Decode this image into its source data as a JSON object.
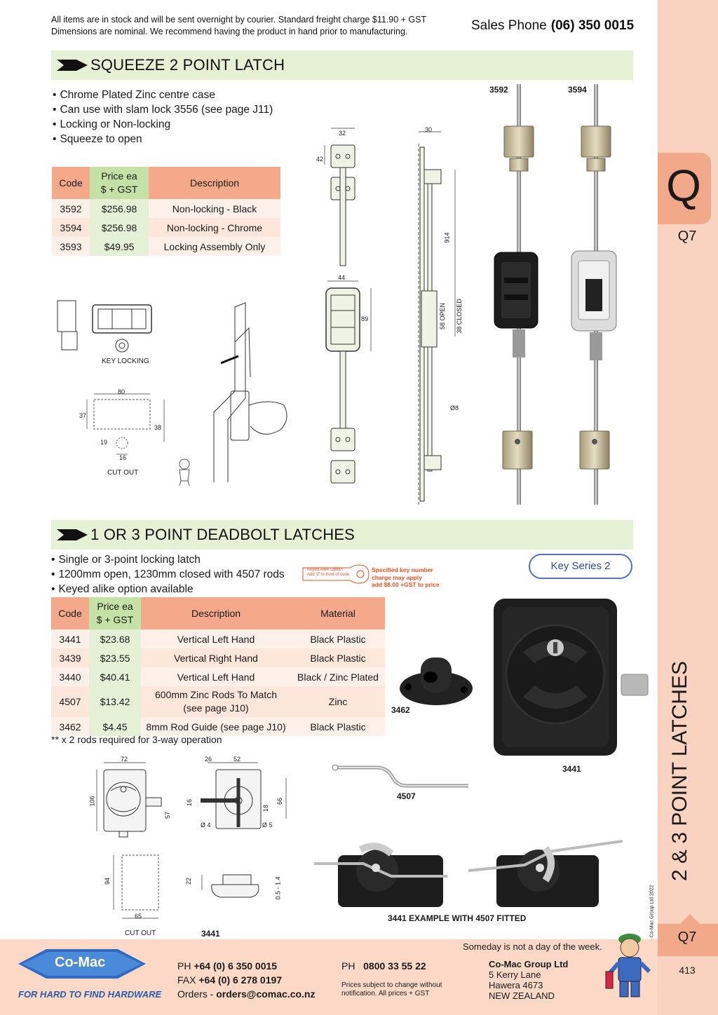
{
  "header": {
    "notice_line1": "All items are in stock and will be sent overnight by courier. Standard freight charge $11.90 + GST",
    "notice_line2": "Dimensions are nominal. We recommend having the product in hand prior to manufacturing.",
    "sales_label": "Sales Phone",
    "sales_number": "(06) 350 0015"
  },
  "side_tab": {
    "letter": "Q",
    "code": "Q7",
    "vertical_title": "2 & 3 POINT LATCHES",
    "copyright": "© Co-Mac Group Ltd 2022",
    "bottom_code": "Q7",
    "page_number": "413"
  },
  "section1": {
    "title": "SQUEEZE 2 POINT LATCH",
    "bullets": [
      "Chrome Plated Zinc centre case",
      "Can use with slam lock 3556 (see page J11)",
      "Locking or Non-locking",
      "Squeeze to open"
    ],
    "table": {
      "headers": [
        "Code",
        "Price ea",
        "$ + GST",
        "Description"
      ],
      "rows": [
        {
          "code": "3592",
          "price": "$256.98",
          "desc": "Non-locking - Black"
        },
        {
          "code": "3594",
          "price": "$256.98",
          "desc": "Non-locking - Chrome"
        },
        {
          "code": "3593",
          "price": "$49.95",
          "desc": "Locking Assembly Only"
        }
      ]
    },
    "photo_labels": [
      "3592",
      "3594"
    ],
    "drawing_labels": {
      "key_locking": "KEY LOCKING",
      "cut_out": "CUT OUT",
      "d80": "80",
      "d37": "37",
      "d38": "38",
      "d19": "19",
      "d16": "16",
      "d32": "32",
      "d42": "42",
      "d44": "44",
      "d89": "89",
      "d30": "30",
      "d914": "914",
      "d58": "58 OPEN",
      "d38c": "38 CLOSED",
      "d8": "Ø8"
    }
  },
  "section2": {
    "title": "1 OR 3 POINT DEADBOLT LATCHES",
    "bullets": [
      "Single or 3-point locking latch",
      "1200mm open, 1230mm closed with 4507 rods",
      "Keyed alike option available"
    ],
    "keyed_tag": {
      "line1": "Keyed Alike Option",
      "line2": "Add 'Z' to front of code",
      "note1": "Specified key number",
      "note2": "charge may apply",
      "note3": "add $8.00 +GST to price"
    },
    "key_series": "Key Series 2",
    "table": {
      "headers": [
        "Code",
        "Price ea",
        "$ + GST",
        "Description",
        "Material"
      ],
      "rows": [
        {
          "code": "3441",
          "price": "$23.68",
          "desc": "Vertical Left Hand",
          "material": "Black Plastic"
        },
        {
          "code": "3439",
          "price": "$23.55",
          "desc": "Vertical Right Hand",
          "material": "Black Plastic"
        },
        {
          "code": "3440",
          "price": "$40.41",
          "desc": "Vertical Left Hand",
          "material": "Black / Zinc Plated"
        },
        {
          "code": "4507",
          "price": "$13.42",
          "desc": "600mm Zinc Rods To Match",
          "desc2": "(see page J10)",
          "material": "Zinc"
        },
        {
          "code": "3462",
          "price": "$4.45",
          "desc": "8mm Rod Guide (see page J10)",
          "material": "Black Plastic"
        }
      ]
    },
    "footnote": "** x 2 rods required for 3-way operation",
    "photo_labels": {
      "guide": "3462",
      "latch": "3441",
      "rod": "4507",
      "example": "3441 EXAMPLE WITH 4507 FITTED",
      "drawing": "3441",
      "cut_out": "CUT OUT"
    },
    "dims": {
      "d72": "72",
      "d106": "106",
      "d57": "57",
      "d26": "26",
      "d52": "52",
      "d16": "16",
      "d18": "18",
      "d66": "66",
      "d4": "Ø 4",
      "d5": "Ø 5",
      "d94": "94",
      "d65": "65",
      "d22": "22",
      "d05": "0.5 - 1.4"
    }
  },
  "footer": {
    "slogan": "Someday is not a day of the week.",
    "logo": "Co-Mac",
    "tagline": "FOR HARD TO FIND HARDWARE",
    "ph_label": "PH",
    "ph": "+64 (0) 6 350 0015",
    "fax_label": "FAX",
    "fax": "+64 (0) 6 278 0197",
    "orders_label": "Orders -",
    "orders": "orders@comac.co.nz",
    "ph2_label": "PH",
    "ph2": "0800 33 55 22",
    "price_note1": "Prices subject to change without",
    "price_note2": "notification. All prices + GST",
    "company": "Co-Mac Group Ltd",
    "addr1": "5 Kerry Lane",
    "addr2": "Hawera 4673",
    "addr3": "NEW ZEALAND"
  }
}
